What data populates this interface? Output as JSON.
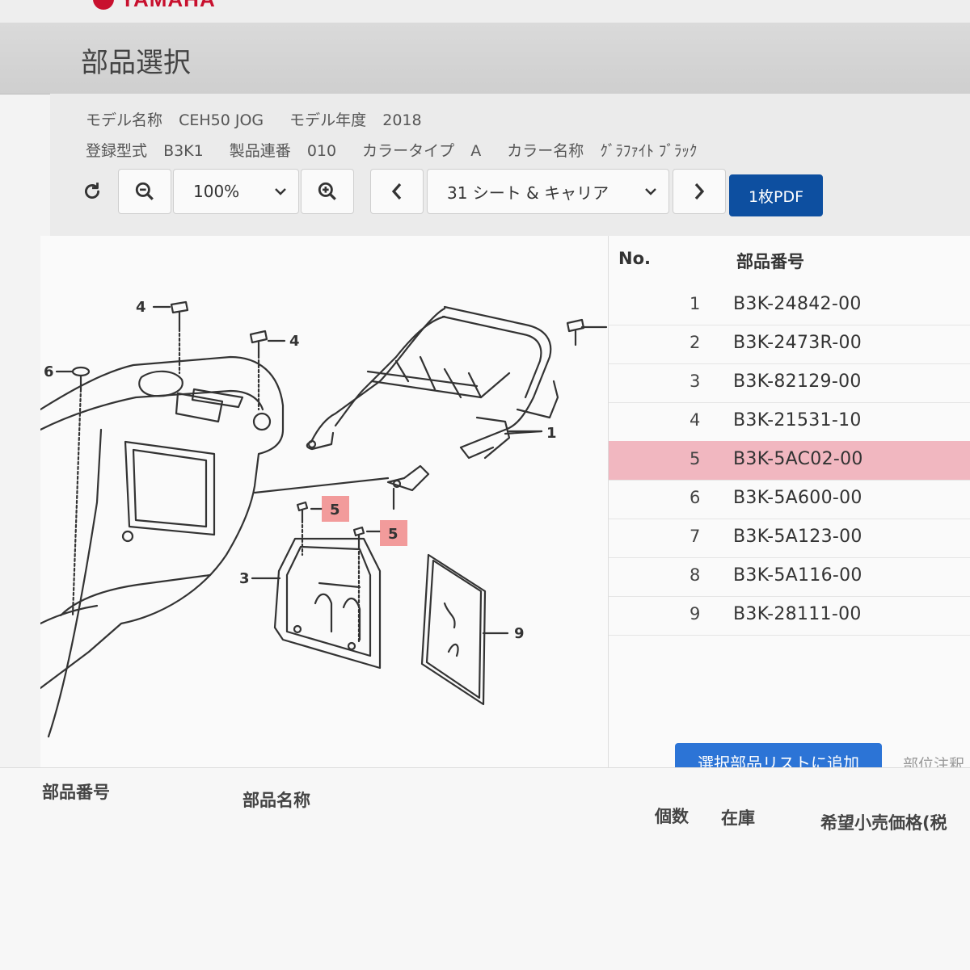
{
  "brand": {
    "logo_text": "YAMAHA"
  },
  "page": {
    "title": "部品選択"
  },
  "model_info": {
    "model_name_label": "モデル名称",
    "model_name": "CEH50 JOG",
    "model_year_label": "モデル年度",
    "model_year": "2018",
    "reg_type_label": "登録型式",
    "reg_type": "B3K1",
    "serial_label": "製品連番",
    "serial": "010",
    "color_type_label": "カラータイプ",
    "color_type": "A",
    "color_name_label": "カラー名称",
    "color_name": "ｸﾞﾗﾌｧｲﾄ ﾌﾞﾗｯｸ"
  },
  "toolbar": {
    "zoom_value": "100%",
    "section_value": "31 シート & キャリア",
    "pdf_label": "1枚PDF"
  },
  "parts_table": {
    "headers": {
      "no": "No.",
      "part_number": "部品番号"
    },
    "rows": [
      {
        "no": "1",
        "part_number": "B3K-24842-00"
      },
      {
        "no": "2",
        "part_number": "B3K-2473R-00"
      },
      {
        "no": "3",
        "part_number": "B3K-82129-00"
      },
      {
        "no": "4",
        "part_number": "B3K-21531-10"
      },
      {
        "no": "5",
        "part_number": "B3K-5AC02-00"
      },
      {
        "no": "6",
        "part_number": "B3K-5A600-00"
      },
      {
        "no": "7",
        "part_number": "B3K-5A123-00"
      },
      {
        "no": "8",
        "part_number": "B3K-5A116-00"
      },
      {
        "no": "9",
        "part_number": "B3K-28111-00"
      }
    ],
    "selected_no": "5"
  },
  "actions": {
    "add_label": "選択部品リストに追加",
    "side_label": "部位注釈"
  },
  "diagram_labels": {
    "l1": "1",
    "l3": "3",
    "l4a": "4",
    "l4b": "4",
    "l5a": "5",
    "l5b": "5",
    "l6": "6",
    "l9": "9"
  },
  "bottom_headers": {
    "part_number": "部品番号",
    "part_name": "部品名称",
    "qty": "個数",
    "stock": "在庫",
    "price": "希望小売価格(税"
  },
  "colors": {
    "brand": "#c8102e",
    "primary": "#0d4fa0",
    "highlight": "#f1b7c0",
    "callout": "#f08a8a"
  }
}
